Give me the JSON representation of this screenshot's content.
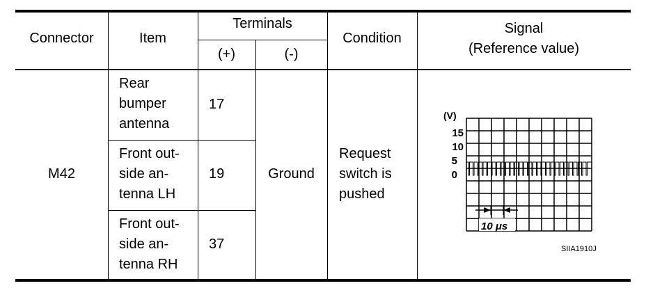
{
  "header": {
    "connector": "Connector",
    "item": "Item",
    "terminals": "Terminals",
    "plus": "(+)",
    "minus": "(-)",
    "condition": "Condition",
    "signal": "Signal\n(Reference value)"
  },
  "body": {
    "connector": "M42",
    "ground": "Ground",
    "condition": "Request\nswitch is\npushed",
    "rows": [
      {
        "item": "Rear\nbumper\nantenna",
        "terminal": "17"
      },
      {
        "item": "Front out-\nside an-\ntenna LH",
        "terminal": "19"
      },
      {
        "item": "Front out-\nside an-\ntenna RH",
        "terminal": "37"
      }
    ]
  },
  "signal_graph": {
    "unit": "(V)",
    "y_labels": [
      "15",
      "10",
      "5",
      "0"
    ],
    "time_label": "10 μs",
    "code": "SIIA1910J"
  }
}
